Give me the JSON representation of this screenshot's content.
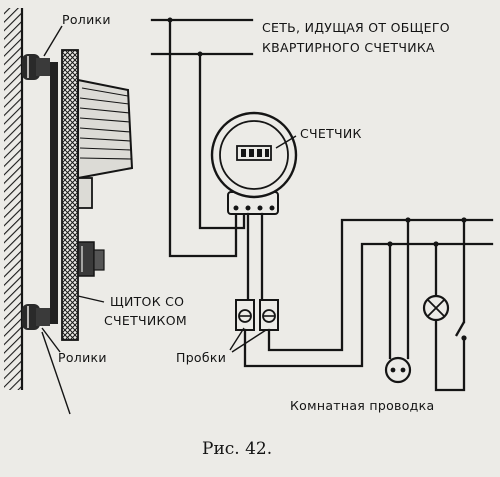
{
  "labels": {
    "rollers_top": "Ролики",
    "rollers_bottom": "Ролики",
    "network_line1": "СЕТЬ, ИДУЩАЯ ОТ ОБЩЕГО",
    "network_line2": "КВАРТИРНОГО СЧЕТЧИКА",
    "meter": "СЧЕТЧИК",
    "panel_line1": "ЩИТОК СО",
    "panel_line2": "СЧЕТЧИКОМ",
    "fuses": "Пробки",
    "room_wiring": "Комнатная проводка"
  },
  "caption": "Рис. 42.",
  "colors": {
    "ink": "#141414",
    "paper": "#ecebe7"
  }
}
